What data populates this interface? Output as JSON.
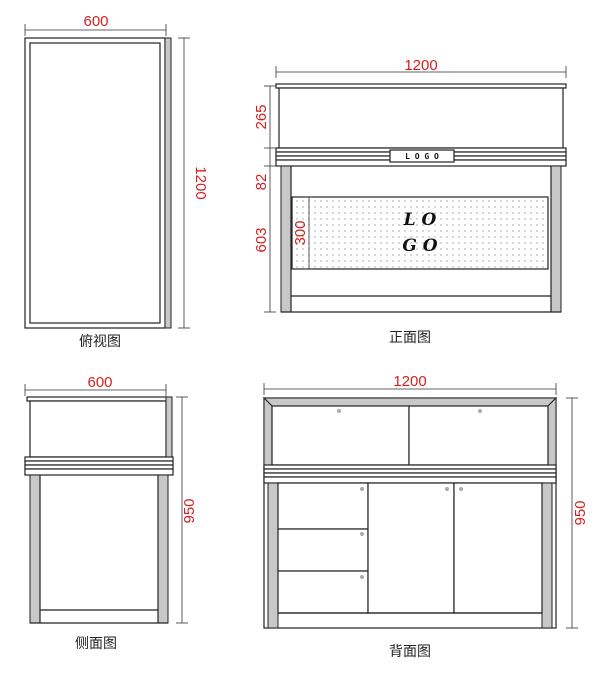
{
  "views": {
    "top": {
      "caption": "俯视图",
      "width": "600",
      "depth": "1200"
    },
    "front": {
      "caption": "正面图",
      "width": "1200",
      "h_top": "265",
      "h_band": "82",
      "h_lower": "603",
      "h_panel": "300",
      "logo_a": "L  O",
      "logo_b": "G  O",
      "logo_small": "L O G O"
    },
    "side": {
      "caption": "侧面图",
      "width": "600",
      "height": "950"
    },
    "back": {
      "caption": "背面图",
      "width": "1200",
      "height": "950"
    }
  },
  "colors": {
    "dimension": "#d42020",
    "line": "#222222",
    "frame": "#c8c8c8"
  }
}
